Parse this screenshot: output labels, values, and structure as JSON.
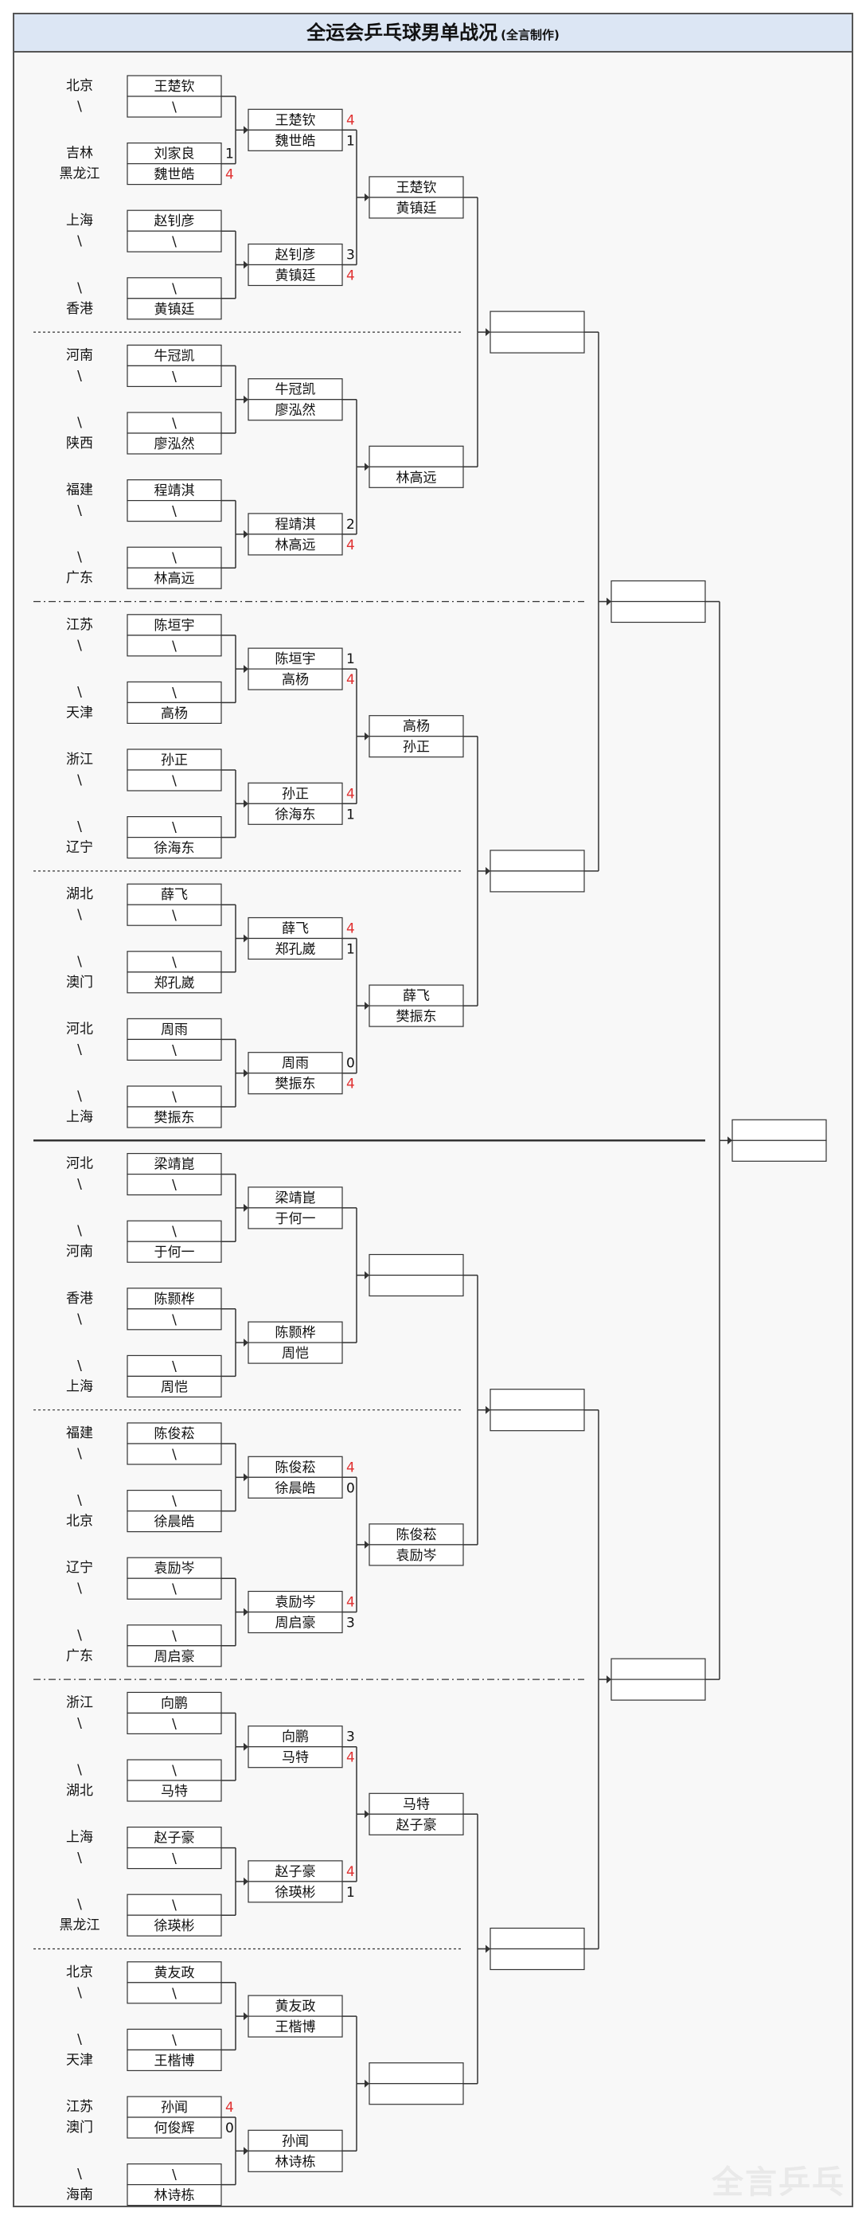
{
  "title": "全运会乒乓球男单战况",
  "subtitle": "(全言制作)",
  "watermark": "全言乒乓",
  "colors": {
    "winner_score": "#e03030",
    "header_bg": "#dce6f4"
  },
  "provinces": [
    [
      "北京",
      "\\"
    ],
    [
      "吉林",
      "黑龙江"
    ],
    [
      "上海",
      "\\"
    ],
    [
      "\\",
      "香港"
    ],
    [
      "河南",
      "\\"
    ],
    [
      "\\",
      "陕西"
    ],
    [
      "福建",
      "\\"
    ],
    [
      "\\",
      "广东"
    ],
    [
      "江苏",
      "\\"
    ],
    [
      "\\",
      "天津"
    ],
    [
      "浙江",
      "\\"
    ],
    [
      "\\",
      "辽宁"
    ],
    [
      "湖北",
      "\\"
    ],
    [
      "\\",
      "澳门"
    ],
    [
      "河北",
      "\\"
    ],
    [
      "\\",
      "上海"
    ],
    [
      "河北",
      "\\"
    ],
    [
      "\\",
      "河南"
    ],
    [
      "香港",
      "\\"
    ],
    [
      "\\",
      "上海"
    ],
    [
      "福建",
      "\\"
    ],
    [
      "\\",
      "北京"
    ],
    [
      "辽宁",
      "\\"
    ],
    [
      "\\",
      "广东"
    ],
    [
      "浙江",
      "\\"
    ],
    [
      "\\",
      "湖北"
    ],
    [
      "上海",
      "\\"
    ],
    [
      "\\",
      "黑龙江"
    ],
    [
      "北京",
      "\\"
    ],
    [
      "\\",
      "天津"
    ],
    [
      "江苏",
      "澳门"
    ],
    [
      "\\",
      "海南"
    ]
  ],
  "round1": [
    [
      "王楚钦",
      "\\"
    ],
    [
      "刘家良",
      "魏世皓"
    ],
    [
      "赵钊彦",
      "\\"
    ],
    [
      "\\",
      "黄镇廷"
    ],
    [
      "牛冠凯",
      "\\"
    ],
    [
      "\\",
      "廖泓然"
    ],
    [
      "程靖淇",
      "\\"
    ],
    [
      "\\",
      "林高远"
    ],
    [
      "陈垣宇",
      "\\"
    ],
    [
      "\\",
      "高杨"
    ],
    [
      "孙正",
      "\\"
    ],
    [
      "\\",
      "徐海东"
    ],
    [
      "薛飞",
      "\\"
    ],
    [
      "\\",
      "郑孔崴"
    ],
    [
      "周雨",
      "\\"
    ],
    [
      "\\",
      "樊振东"
    ],
    [
      "梁靖崑",
      "\\"
    ],
    [
      "\\",
      "于何一"
    ],
    [
      "陈颢桦",
      "\\"
    ],
    [
      "\\",
      "周恺"
    ],
    [
      "陈俊菘",
      "\\"
    ],
    [
      "\\",
      "徐晨皓"
    ],
    [
      "袁励岑",
      "\\"
    ],
    [
      "\\",
      "周启豪"
    ],
    [
      "向鹏",
      "\\"
    ],
    [
      "\\",
      "马特"
    ],
    [
      "赵子豪",
      "\\"
    ],
    [
      "\\",
      "徐瑛彬"
    ],
    [
      "黄友政",
      "\\"
    ],
    [
      "\\",
      "王楷博"
    ],
    [
      "孙闻",
      "何俊辉"
    ],
    [
      "\\",
      "林诗栋"
    ]
  ],
  "round1_scores": [
    [
      "",
      ""
    ],
    [
      "1",
      "4"
    ],
    [
      "",
      ""
    ],
    [
      "",
      ""
    ],
    [
      "",
      ""
    ],
    [
      "",
      ""
    ],
    [
      "",
      ""
    ],
    [
      "",
      ""
    ],
    [
      "",
      ""
    ],
    [
      "",
      ""
    ],
    [
      "",
      ""
    ],
    [
      "",
      ""
    ],
    [
      "",
      ""
    ],
    [
      "",
      ""
    ],
    [
      "",
      ""
    ],
    [
      "",
      ""
    ],
    [
      "",
      ""
    ],
    [
      "",
      ""
    ],
    [
      "",
      ""
    ],
    [
      "",
      ""
    ],
    [
      "",
      ""
    ],
    [
      "",
      ""
    ],
    [
      "",
      ""
    ],
    [
      "",
      ""
    ],
    [
      "",
      ""
    ],
    [
      "",
      ""
    ],
    [
      "",
      ""
    ],
    [
      "",
      ""
    ],
    [
      "",
      ""
    ],
    [
      "",
      ""
    ],
    [
      "4",
      "0"
    ],
    [
      "",
      ""
    ]
  ],
  "round2": [
    [
      "王楚钦",
      "魏世皓"
    ],
    [
      "赵钊彦",
      "黄镇廷"
    ],
    [
      "牛冠凯",
      "廖泓然"
    ],
    [
      "程靖淇",
      "林高远"
    ],
    [
      "陈垣宇",
      "高杨"
    ],
    [
      "孙正",
      "徐海东"
    ],
    [
      "薛飞",
      "郑孔崴"
    ],
    [
      "周雨",
      "樊振东"
    ],
    [
      "梁靖崑",
      "于何一"
    ],
    [
      "陈颢桦",
      "周恺"
    ],
    [
      "陈俊菘",
      "徐晨皓"
    ],
    [
      "袁励岑",
      "周启豪"
    ],
    [
      "向鹏",
      "马特"
    ],
    [
      "赵子豪",
      "徐瑛彬"
    ],
    [
      "黄友政",
      "王楷博"
    ],
    [
      "孙闻",
      "林诗栋"
    ]
  ],
  "round2_scores": [
    [
      "4",
      "1"
    ],
    [
      "3",
      "4"
    ],
    [
      "",
      ""
    ],
    [
      "2",
      "4"
    ],
    [
      "1",
      "4"
    ],
    [
      "4",
      "1"
    ],
    [
      "4",
      "1"
    ],
    [
      "0",
      "4"
    ],
    [
      "",
      ""
    ],
    [
      "",
      ""
    ],
    [
      "4",
      "0"
    ],
    [
      "4",
      "3"
    ],
    [
      "3",
      "4"
    ],
    [
      "4",
      "1"
    ],
    [
      "",
      ""
    ],
    [
      "",
      ""
    ]
  ],
  "round3": [
    [
      "王楚钦",
      "黄镇廷"
    ],
    [
      "",
      "林高远"
    ],
    [
      "高杨",
      "孙正"
    ],
    [
      "薛飞",
      "樊振东"
    ],
    [
      "",
      ""
    ],
    [
      "陈俊菘",
      "袁励岑"
    ],
    [
      "马特",
      "赵子豪"
    ],
    [
      "",
      ""
    ]
  ],
  "round4": [
    [
      "",
      ""
    ],
    [
      "",
      ""
    ],
    [
      "",
      ""
    ],
    [
      "",
      ""
    ]
  ],
  "round5": [
    [
      "",
      ""
    ],
    [
      "",
      ""
    ]
  ],
  "final": [
    [
      "",
      ""
    ]
  ]
}
